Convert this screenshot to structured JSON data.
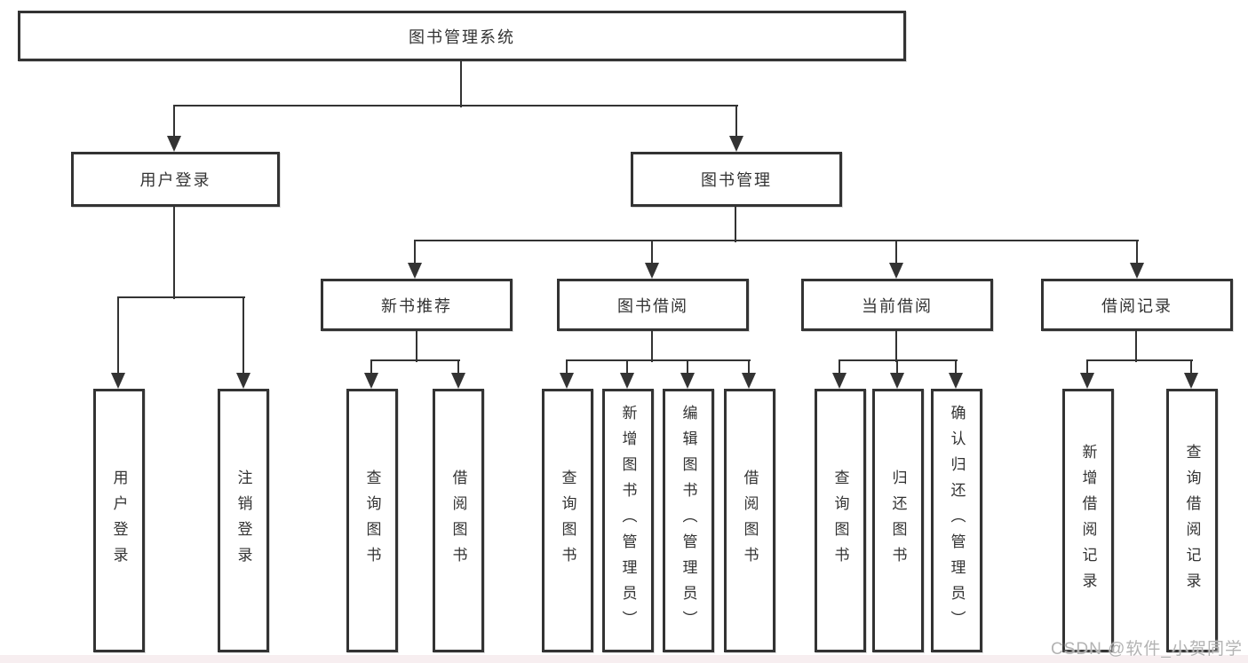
{
  "tree": {
    "label": "图书管理系统",
    "children": [
      {
        "label": "用户登录",
        "children": [
          {
            "label": "用户登录"
          },
          {
            "label": "注销登录"
          }
        ]
      },
      {
        "label": "图书管理",
        "children": [
          {
            "label": "新书推荐",
            "children": [
              {
                "label": "查询图书"
              },
              {
                "label": "借阅图书"
              }
            ]
          },
          {
            "label": "图书借阅",
            "children": [
              {
                "label": "查询图书"
              },
              {
                "label": "新增图书（管理员）"
              },
              {
                "label": "编辑图书（管理员）"
              },
              {
                "label": "借阅图书"
              }
            ]
          },
          {
            "label": "当前借阅",
            "children": [
              {
                "label": "查询图书"
              },
              {
                "label": "归还图书"
              },
              {
                "label": "确认归还（管理员）"
              }
            ]
          },
          {
            "label": "借阅记录",
            "children": [
              {
                "label": "新增借阅记录"
              },
              {
                "label": "查询借阅记录"
              }
            ]
          }
        ]
      }
    ]
  },
  "watermark": {
    "text": "CSDN @软件_小贺同学"
  },
  "colors": {
    "line": "#333333",
    "node_border": "#333333",
    "node_fill": "#ffffff",
    "text": "#333333",
    "watermark_text": "#b3b3b3",
    "background": "#ffffff",
    "bottom_strip": "#f7eef0"
  }
}
